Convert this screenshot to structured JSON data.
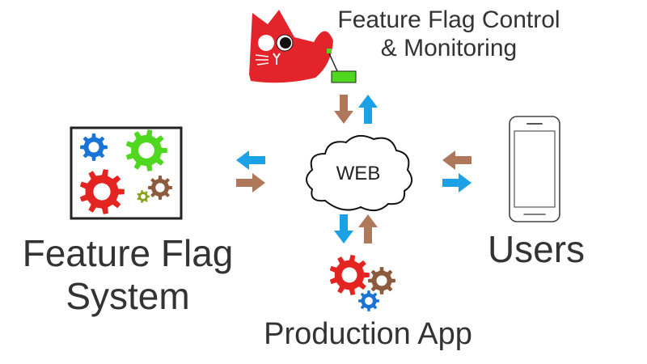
{
  "labels": {
    "control_line1": "Feature Flag Control",
    "control_line2": "& Monitoring",
    "system_line1": "Feature Flag",
    "system_line2": "System",
    "users": "Users",
    "app": "Production App",
    "web": "WEB"
  },
  "colors": {
    "arrow_blue": "#1aa1e6",
    "arrow_brown": "#b0785a",
    "gear_red": "#e32421",
    "gear_green": "#4fd81f",
    "gear_blue": "#1a74d6",
    "gear_brown": "#8c5a3c",
    "gear_olive": "#8aa11c",
    "cat_red": "#e3242b",
    "flag_green": "#4fd81f"
  },
  "icons": [
    "cat-mascot-icon",
    "gears-icon",
    "cloud-icon",
    "smartphone-icon",
    "arrow-icon"
  ]
}
